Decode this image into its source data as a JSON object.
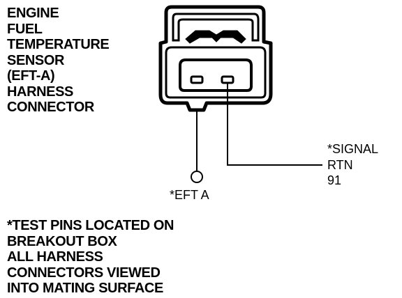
{
  "title_lines": [
    "ENGINE",
    "FUEL",
    "TEMPERATURE",
    "SENSOR",
    "(EFT-A)",
    "HARNESS",
    "CONNECTOR"
  ],
  "pins": {
    "left_pin_label": "*EFT A",
    "right_pin_label_lines": [
      "*SIGNAL",
      "RTN",
      "91"
    ]
  },
  "note_lines": [
    "*TEST PINS LOCATED ON",
    "BREAKOUT BOX",
    "ALL HARNESS",
    "CONNECTORS VIEWED",
    "INTO MATING SURFACE"
  ],
  "colors": {
    "ink": "#000000",
    "paper": "#ffffff"
  }
}
